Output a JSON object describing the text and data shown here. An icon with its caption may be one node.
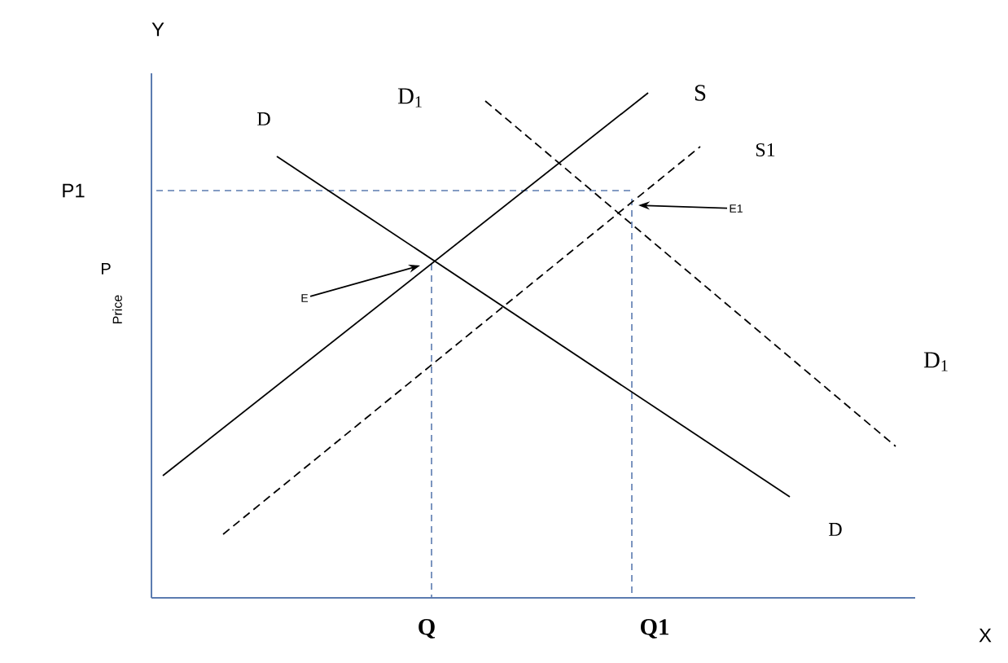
{
  "diagram": {
    "nodes": [
      {
        "text": [
          "E"
        ]
      },
      {
        "text": [
          "E1"
        ]
      }
    ],
    "edges": [
      {
        "from": 0,
        "to": null,
        "arrow": "to"
      },
      {
        "from": 1,
        "to": null,
        "arrow": "to"
      }
    ],
    "labels": [
      "Y",
      "D$_{1}$",
      "S",
      "D",
      "S1",
      "P1",
      "P",
      "Price",
      "D$_{1}$",
      "D",
      "Q",
      "Q1",
      "X"
    ]
  }
}
